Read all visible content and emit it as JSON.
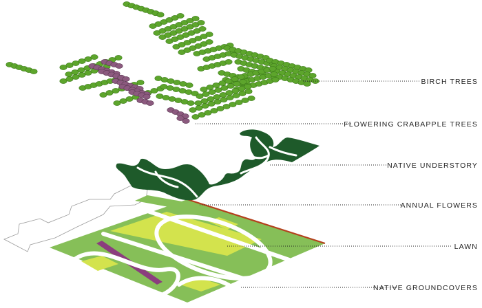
{
  "layers": [
    {
      "id": "birch",
      "label": "BIRCH TREES"
    },
    {
      "id": "crabapple",
      "label": "FLOWERING CRABAPPLE TREES"
    },
    {
      "id": "understory",
      "label": "NATIVE UNDERSTORY"
    },
    {
      "id": "annual",
      "label": "ANNUAL FLOWERS"
    },
    {
      "id": "lawn",
      "label": "LAWN"
    },
    {
      "id": "groundcover",
      "label": "NATIVE GROUNDCOVERS"
    }
  ],
  "colors": {
    "birch": "#5da52c",
    "birch_stroke": "#3f7d1c",
    "crabapple": "#8c5a7f",
    "crabapple_stroke": "#5e3a55",
    "understory": "#1e5a2a",
    "groundcover": "#86bf58",
    "lawn": "#d3e34d",
    "annual_line": "#b4401d",
    "path": "#ffffff",
    "purple_strip": "#8b3d7e"
  }
}
